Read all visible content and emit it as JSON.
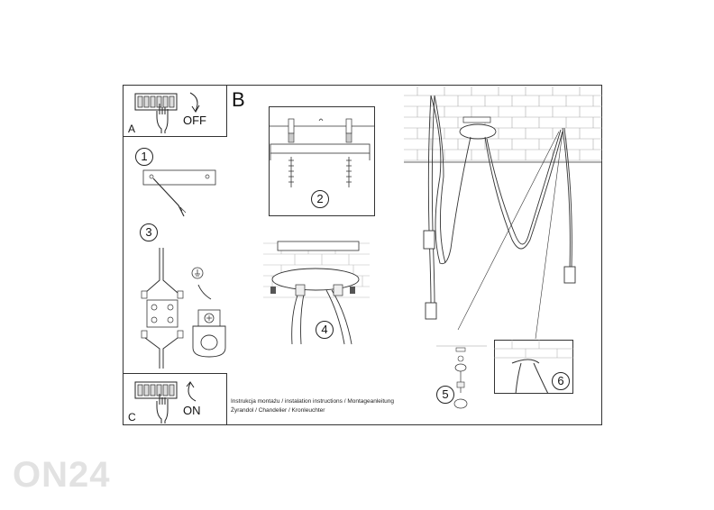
{
  "panels": {
    "a": {
      "letter": "A",
      "action": "OFF"
    },
    "b": {
      "letter": "B"
    },
    "c": {
      "letter": "C",
      "action": "ON"
    }
  },
  "steps": [
    "1",
    "2",
    "3",
    "4",
    "5",
    "6"
  ],
  "caption": {
    "line1": "Instrukcja montażu / instalation instructions / Montageanleitung",
    "line2": "Żyrandol / Chandelier / Kronleuchter"
  },
  "watermark": "ON24",
  "icons": [
    "fuse-box-icon",
    "hand-icon",
    "arrow-icon",
    "ground-symbol-icon",
    "pendant-lamp-icon",
    "screw-icon"
  ]
}
